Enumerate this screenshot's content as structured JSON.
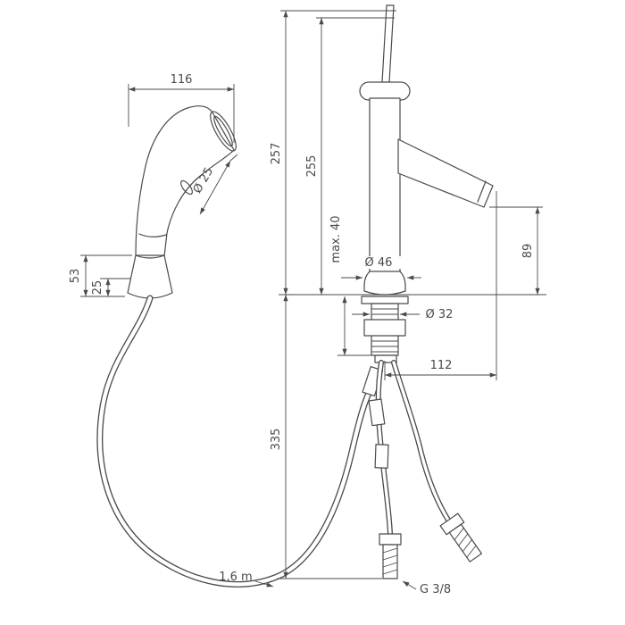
{
  "dims": {
    "spray_width": "116",
    "spray_face_diameter": "Ø 25",
    "holder_height": "53",
    "holder_depth": "25",
    "height_overall": "257",
    "height_to_handle": "255",
    "max_mounting_thickness": "max. 40",
    "base_diameter": "Ø 46",
    "shank_diameter": "Ø 32",
    "spout_height": "89",
    "spout_reach": "112",
    "length_below_deck": "335",
    "hose_length": "1,6 m",
    "connection_thread": "G 3/8"
  },
  "colors": {
    "line_color": "#4a4a4a",
    "background": "#ffffff"
  }
}
